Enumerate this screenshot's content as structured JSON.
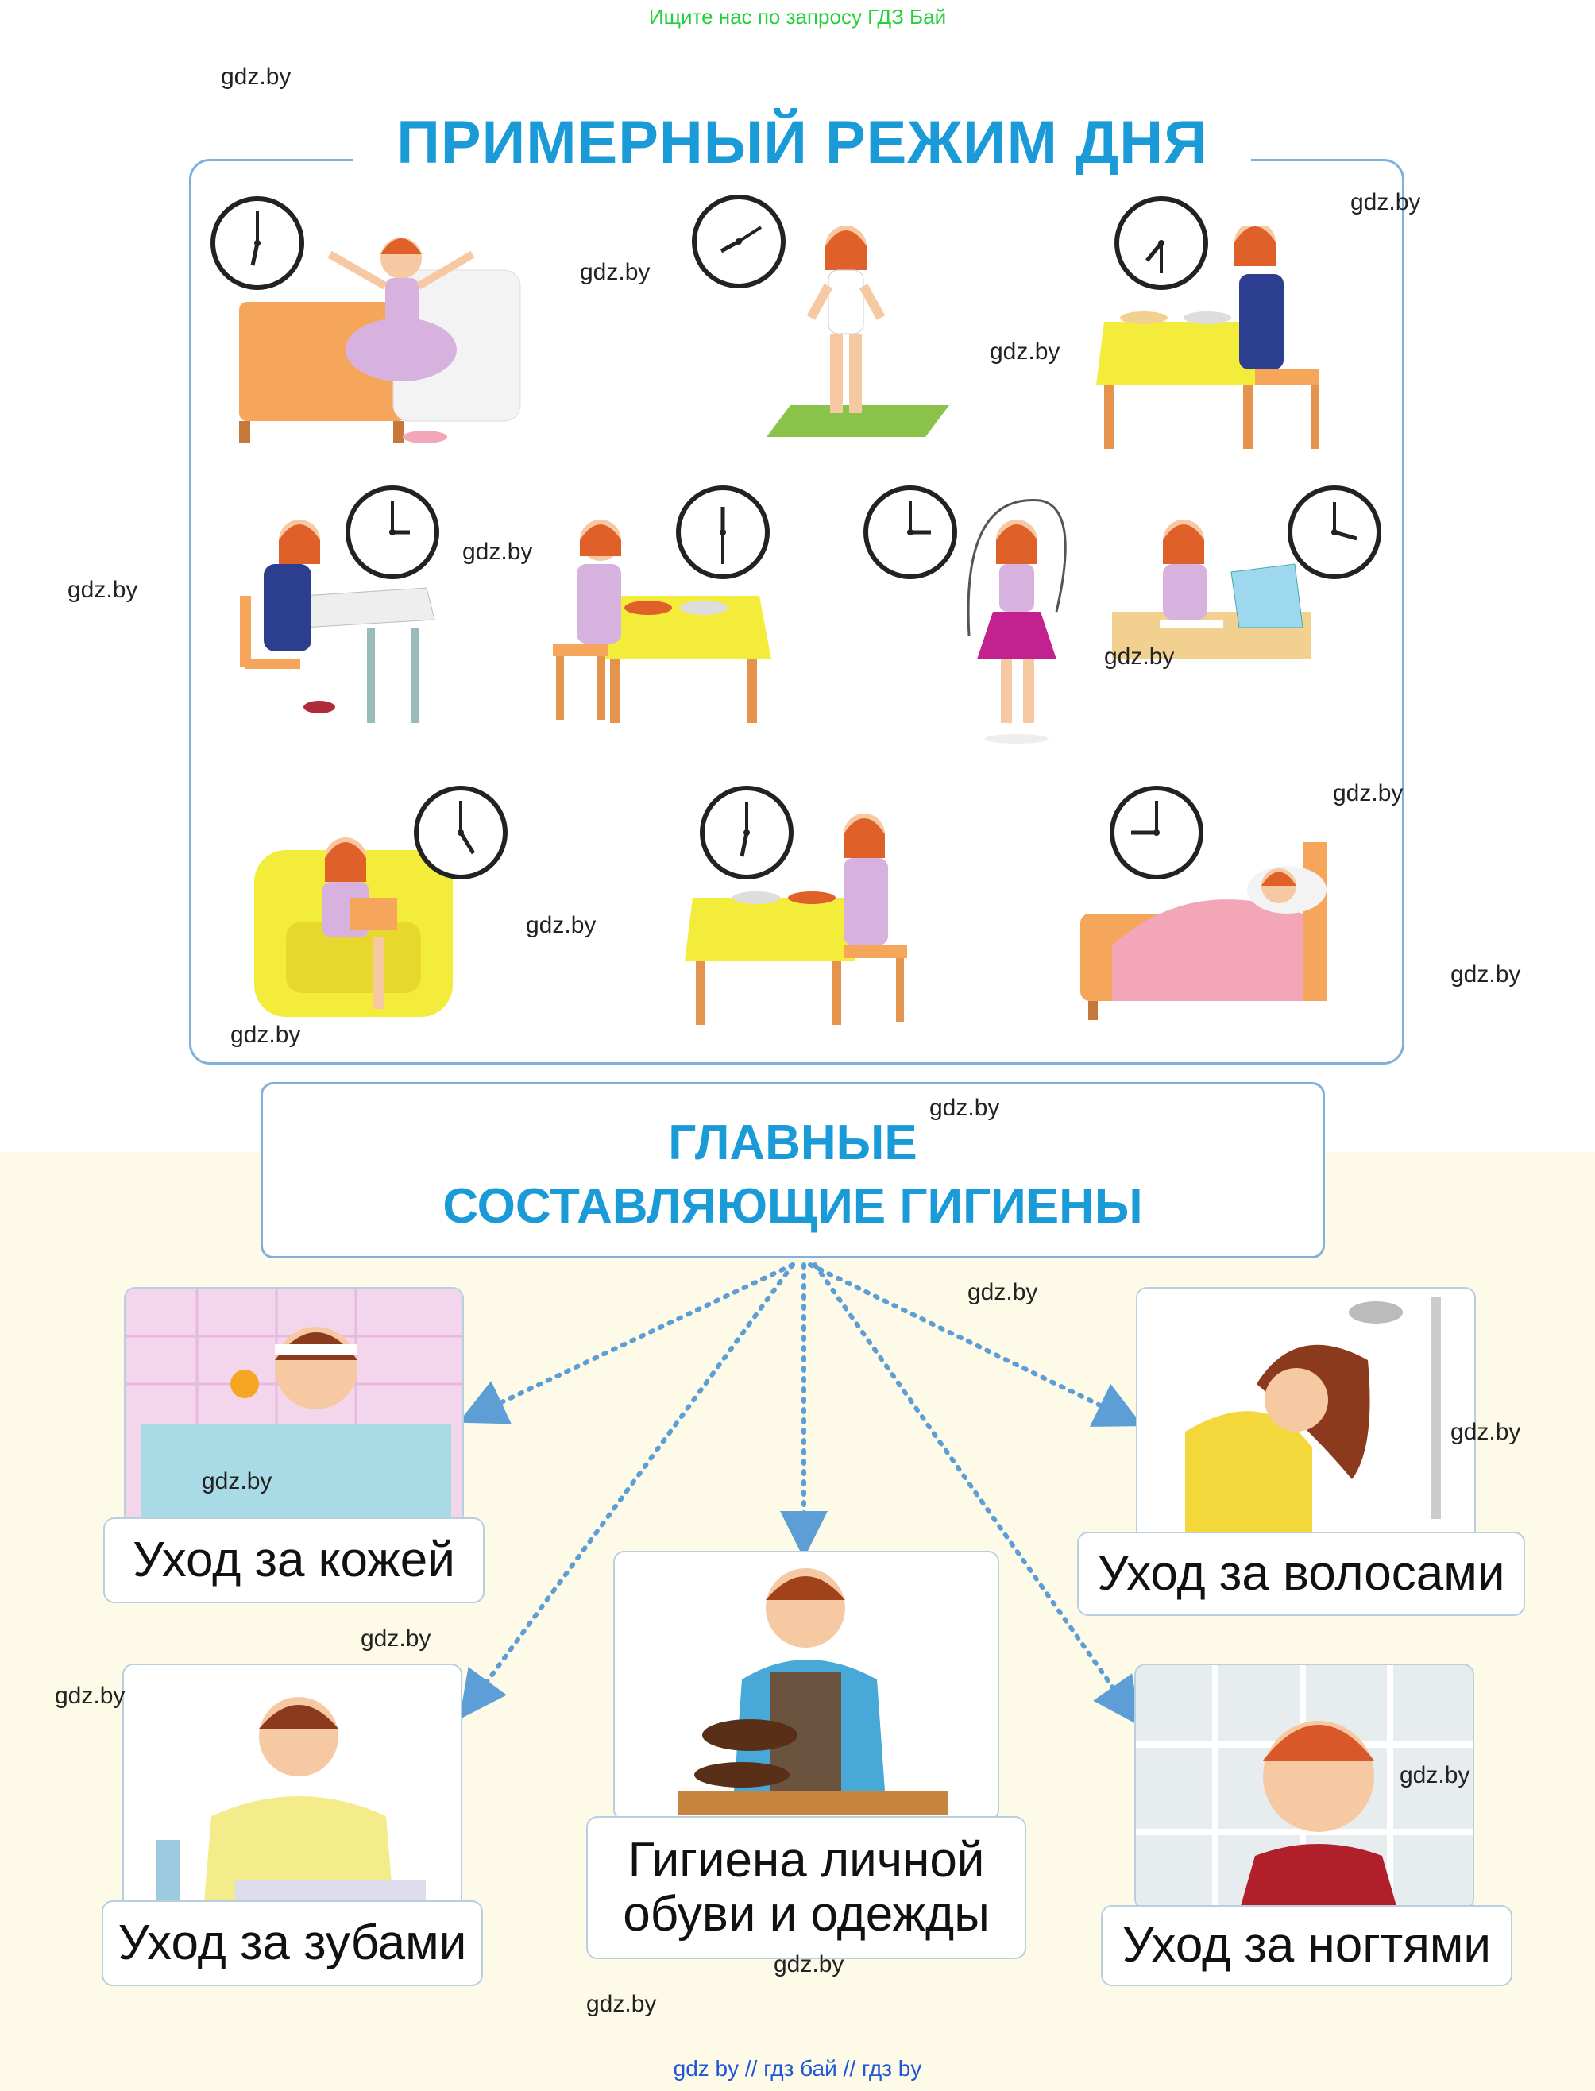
{
  "banner": "Ищите нас по запросу ГДЗ Бай",
  "watermark": "gdz.by",
  "schedule": {
    "title": "ПРИМЕРНЫЙ РЕЖИМ ДНЯ"
  },
  "hygiene": {
    "title_line1": "ГЛАВНЫЕ",
    "title_line2": "СОСТАВЛЯЮЩИЕ ГИГИЕНЫ",
    "items": {
      "skin": "Уход за кожей",
      "hair": "Уход за волосами",
      "teeth": "Уход за зубами",
      "shoes_line1": "Гигиена личной",
      "shoes_line2": "обуви и одежды",
      "nails": "Уход за ногтями"
    }
  },
  "footer": "gdz by  //  гдз бай  //  гдз by",
  "colors": {
    "accent": "#1a9ad6",
    "frame": "#7fb1da",
    "banner": "#22d13a",
    "footer": "#2056d6"
  }
}
